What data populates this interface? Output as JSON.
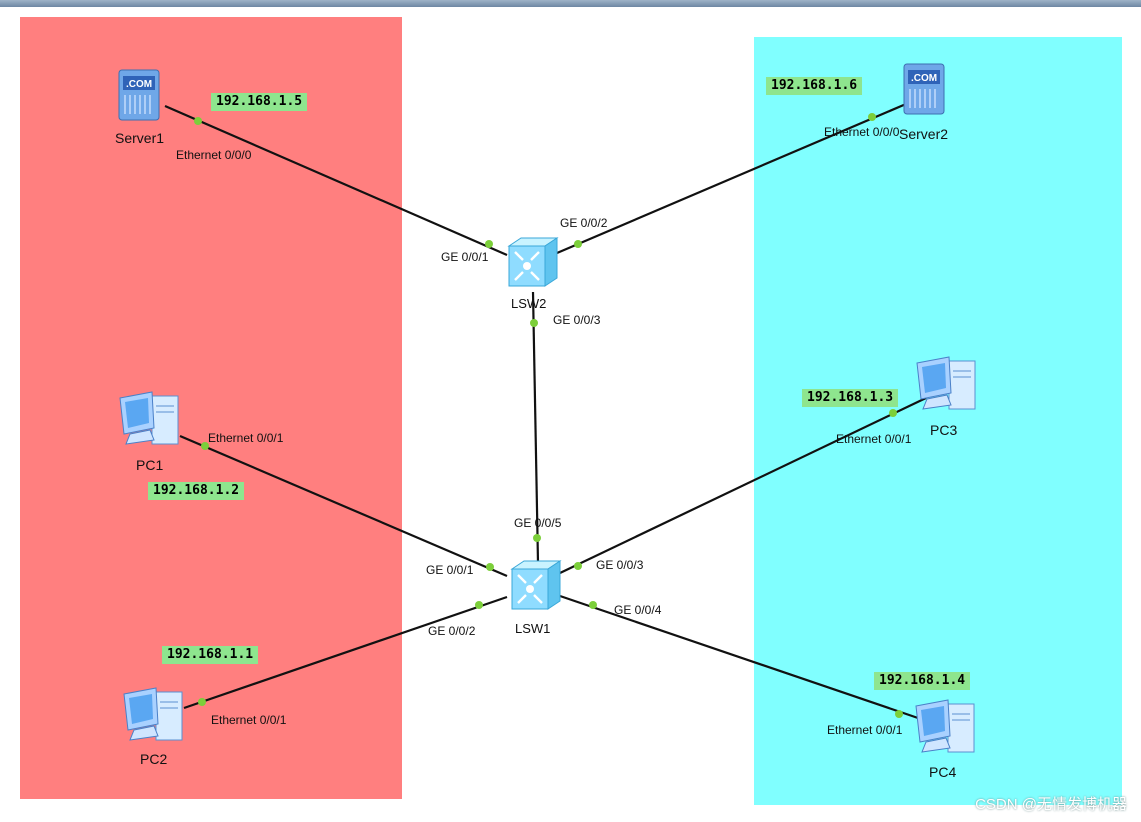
{
  "colors": {
    "red_zone": "#ff7f7f",
    "cyan_zone": "#80ffff",
    "ip_label_bg": "#8ee58e",
    "link": "#111111",
    "port_dot": "#7ccf3a"
  },
  "devices": {
    "server1": {
      "name": "Server1",
      "icon": "server-icon",
      "badge": ".COM"
    },
    "server2": {
      "name": "Server2",
      "icon": "server-icon",
      "badge": ".COM"
    },
    "lsw2": {
      "name": "LSW2",
      "icon": "switch-icon"
    },
    "lsw1": {
      "name": "LSW1",
      "icon": "switch-icon"
    },
    "pc1": {
      "name": "PC1",
      "icon": "pc-icon"
    },
    "pc2": {
      "name": "PC2",
      "icon": "pc-icon"
    },
    "pc3": {
      "name": "PC3",
      "icon": "pc-icon"
    },
    "pc4": {
      "name": "PC4",
      "icon": "pc-icon"
    }
  },
  "ips": {
    "server1": "192.168.1.5",
    "server2": "192.168.1.6",
    "pc1": "192.168.1.2",
    "pc2": "192.168.1.1",
    "pc3": "192.168.1.3",
    "pc4": "192.168.1.4"
  },
  "ports": {
    "server1_eth": "Ethernet 0/0/0",
    "server2_eth": "Ethernet 0/0/0",
    "lsw2_g1": "GE 0/0/1",
    "lsw2_g2": "GE 0/0/2",
    "lsw2_g3": "GE 0/0/3",
    "lsw1_g5": "GE 0/0/5",
    "lsw1_g1": "GE 0/0/1",
    "lsw1_g2": "GE 0/0/2",
    "lsw1_g3": "GE 0/0/3",
    "lsw1_g4": "GE 0/0/4",
    "pc1_eth": "Ethernet 0/0/1",
    "pc2_eth": "Ethernet 0/0/1",
    "pc3_eth": "Ethernet 0/0/1",
    "pc4_eth": "Ethernet 0/0/1"
  },
  "watermark": "CSDN @无情发博机器"
}
